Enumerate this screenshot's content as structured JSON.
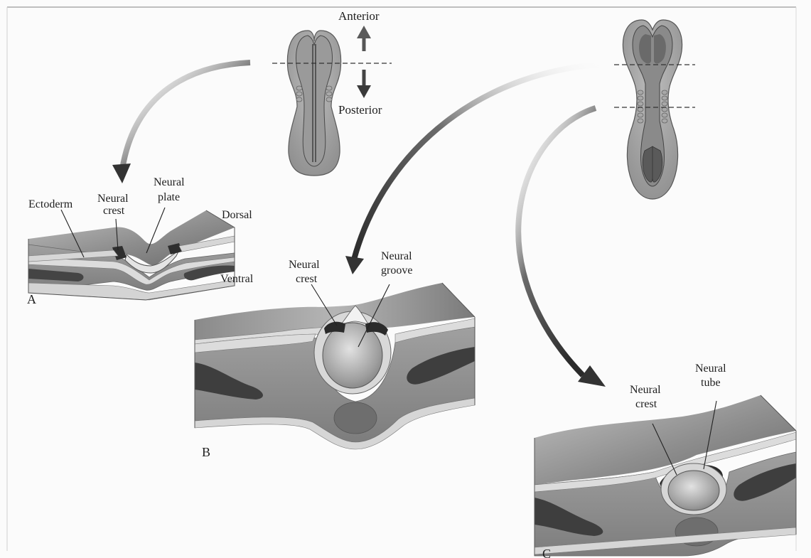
{
  "labels": {
    "anterior": "Anterior",
    "posterior": "Posterior",
    "a": {
      "ectoderm": "Ectoderm",
      "neural_crest_1": "Neural",
      "neural_crest_2": "crest",
      "neural_plate_1": "Neural",
      "neural_plate_2": "plate",
      "dorsal": "Dorsal",
      "ventral": "Ventral",
      "panel": "A"
    },
    "b": {
      "neural_crest_1": "Neural",
      "neural_crest_2": "crest",
      "neural_groove_1": "Neural",
      "neural_groove_2": "groove",
      "panel": "B"
    },
    "c": {
      "neural_crest_1": "Neural",
      "neural_crest_2": "crest",
      "neural_tube_1": "Neural",
      "neural_tube_2": "tube",
      "panel": "C"
    }
  },
  "colors": {
    "surface_light": "#b9b9b9",
    "surface_dark": "#6e6e6e",
    "ectoderm": "#dcdcdc",
    "mesoderm": "#8f8f8f",
    "somite": "#444444",
    "crest": "#2c2c2c",
    "arrow_dark": "#3a3a3a"
  }
}
